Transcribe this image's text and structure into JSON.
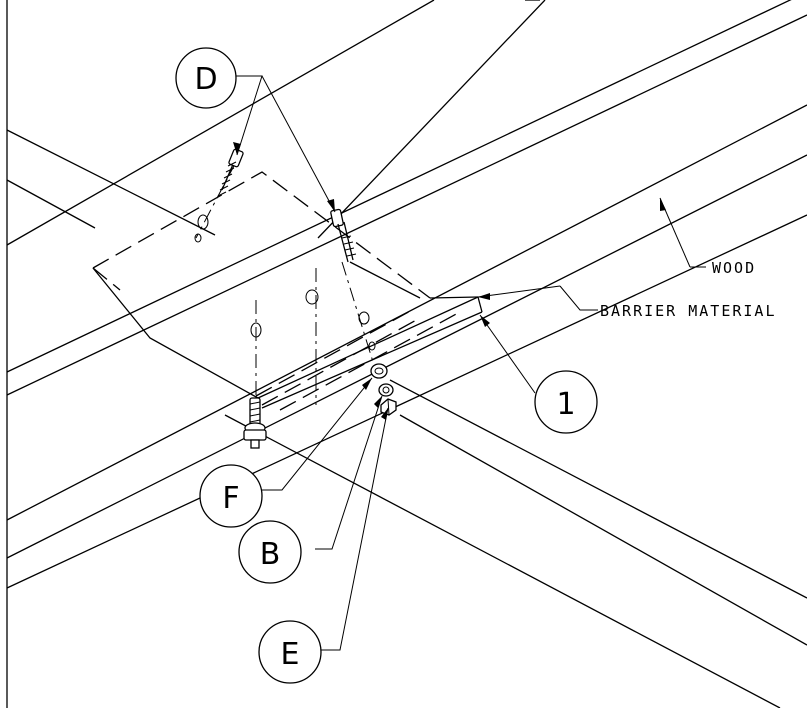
{
  "callouts": {
    "d": "D",
    "one": "1",
    "f": "F",
    "b": "B",
    "e": "E"
  },
  "labels": {
    "wood": "WOOD",
    "barrier": "BARRIER MATERIAL"
  }
}
